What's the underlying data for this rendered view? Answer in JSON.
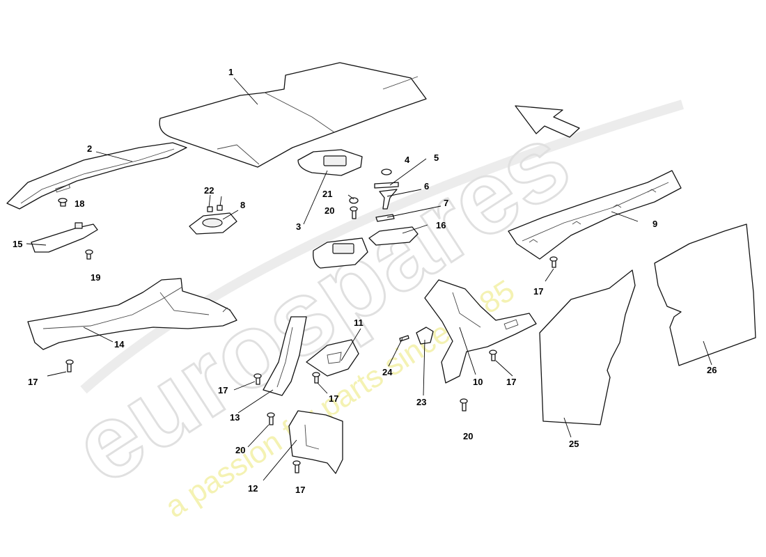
{
  "watermark": {
    "brand": "eurospares",
    "tagline": "a passion for parts since 1985"
  },
  "callouts": {
    "c1": "1",
    "c2": "2",
    "c3": "3",
    "c4": "4",
    "c5": "5",
    "c6": "6",
    "c7": "7",
    "c8": "8",
    "c9": "9",
    "c10": "10",
    "c11": "11",
    "c12": "12",
    "c13": "13",
    "c14": "14",
    "c15": "15",
    "c16": "16",
    "c17a": "17",
    "c17b": "17",
    "c17c": "17",
    "c17d": "17",
    "c17e": "17",
    "c17f": "17",
    "c18": "18",
    "c19": "19",
    "c20a": "20",
    "c20b": "20",
    "c20c": "20",
    "c21": "21",
    "c22": "22",
    "c23": "23",
    "c24": "24",
    "c25": "25",
    "c26": "26"
  }
}
